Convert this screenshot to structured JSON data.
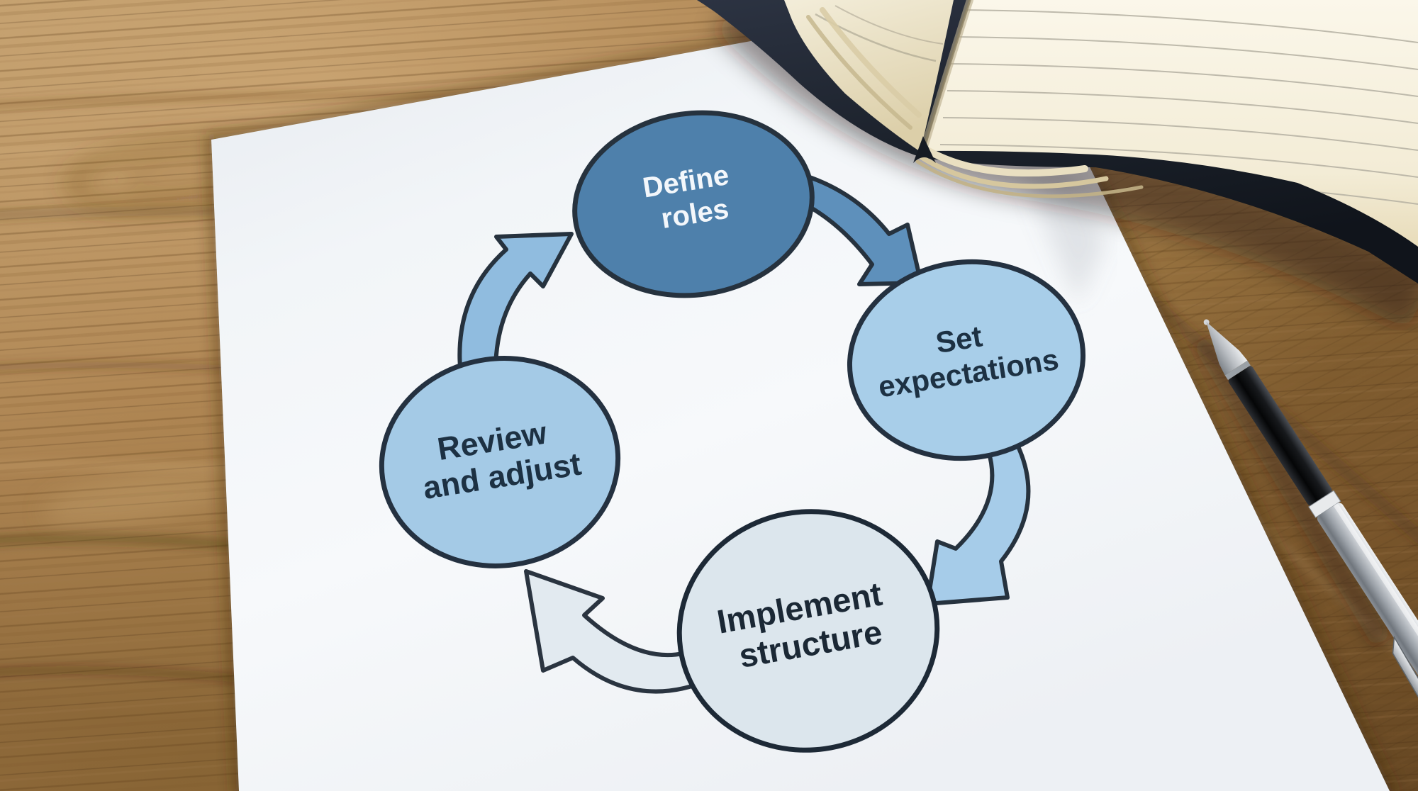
{
  "diagram": {
    "type": "cycle",
    "direction": "clockwise",
    "steps": [
      {
        "id": "define-roles",
        "label": "Define roles",
        "lines": [
          "Define",
          "roles"
        ],
        "fill": "#4e80ab",
        "text_color": "#f3f7fb"
      },
      {
        "id": "set-expectations",
        "label": "Set expectations",
        "lines": [
          "Set",
          "expectations"
        ],
        "fill": "#a8cee9",
        "text_color": "#1d3143"
      },
      {
        "id": "implement-structure",
        "label": "Implement structure",
        "lines": [
          "Implement",
          "structure"
        ],
        "fill": "#dce6ed",
        "text_color": "#1b2835"
      },
      {
        "id": "review-and-adjust",
        "label": "Review and adjust",
        "lines": [
          "Review",
          "and adjust"
        ],
        "fill": "#a4cae6",
        "text_color": "#1d3143"
      }
    ],
    "arrows": [
      {
        "from": "Define roles",
        "to": "Set expectations",
        "fill": "#5e90bb"
      },
      {
        "from": "Set expectations",
        "to": "Implement structure",
        "fill": "#a6cce9"
      },
      {
        "from": "Implement structure",
        "to": "Review and adjust",
        "fill": "#e2eaf0"
      },
      {
        "from": "Review and adjust",
        "to": "Define roles",
        "fill": "#90bcdf"
      }
    ],
    "outline_color": "#26323e"
  },
  "scene": {
    "desk_color": "#a67d4a",
    "paper_color": "#f3f6f9",
    "notebook_cover_color": "#222a35",
    "notebook_page_color": "#f6f0dd",
    "pen_colors": {
      "tip": "#c9ccd0",
      "grip": "#101214",
      "barrel": "#b9bec4"
    },
    "objects": [
      "wooden-desk",
      "paper-with-cycle-diagram",
      "open-notebook",
      "ballpoint-pen"
    ]
  }
}
